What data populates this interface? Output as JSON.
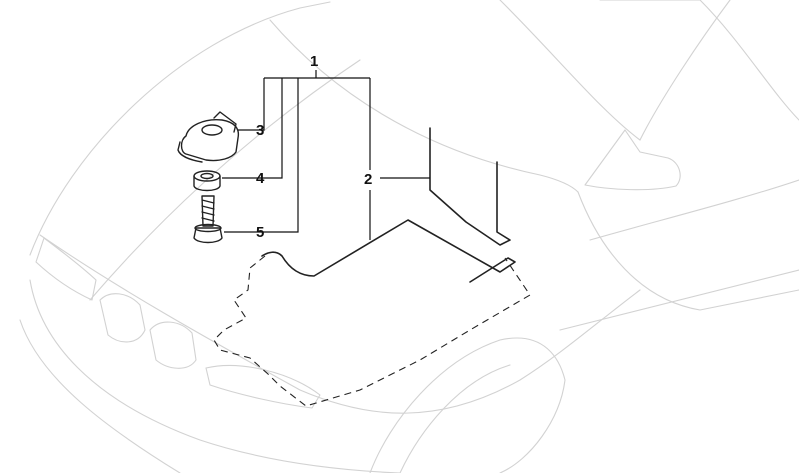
{
  "callouts": {
    "c1": "1",
    "c2": "2",
    "c3": "3",
    "c4": "4",
    "c5": "5"
  },
  "colors": {
    "car_outline": "#d2d2d2",
    "parts": "#222222",
    "background": "#ffffff"
  }
}
